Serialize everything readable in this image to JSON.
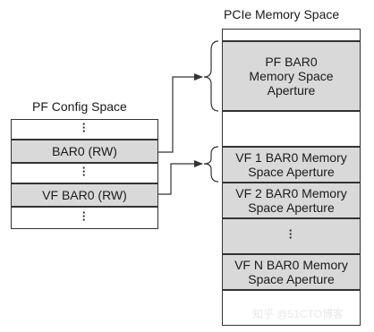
{
  "titles": {
    "pcie": "PCIe Memory Space",
    "pf_config": "PF Config Space"
  },
  "config_space": {
    "bar0": "BAR0 (RW)",
    "vf_bar0": "VF BAR0 (RW)"
  },
  "memory_space": {
    "pf_aperture": "PF BAR0 Memory Space Aperture",
    "vf1_aperture": "VF 1 BAR0 Memory Space Aperture",
    "vf2_aperture": "VF 2 BAR0 Memory Space Aperture",
    "vfn_aperture": "VF N BAR0 Memory Space Aperture"
  },
  "ellipsis": "⋮",
  "watermark": "知乎 @51CTO博客",
  "colors": {
    "filled_cell": "#d9d9d9",
    "empty_cell": "#ffffff",
    "line": "#333333"
  }
}
